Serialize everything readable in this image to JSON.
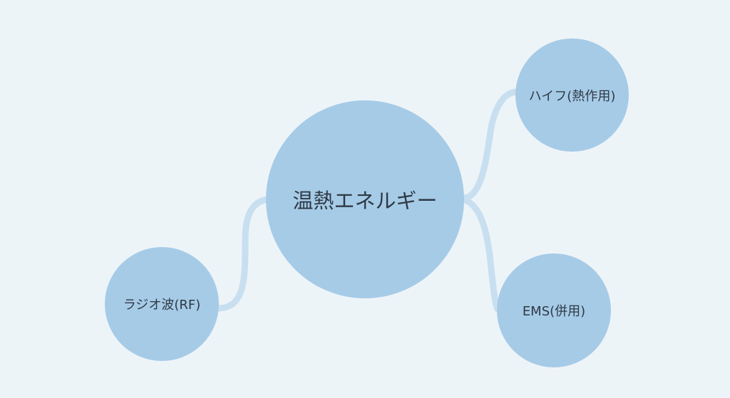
{
  "diagram": {
    "center": {
      "label": "温熱エネルギー"
    },
    "branches": [
      {
        "id": "hifu",
        "label": "ハイフ(熱作用)"
      },
      {
        "id": "ems",
        "label": "EMS(併用)"
      },
      {
        "id": "rf",
        "label": "ラジオ波(RF)"
      }
    ]
  },
  "colors": {
    "background": "#edf4f8",
    "node": "#a6cbe7",
    "connector": "#c8dff0",
    "text": "#2f3a45"
  }
}
